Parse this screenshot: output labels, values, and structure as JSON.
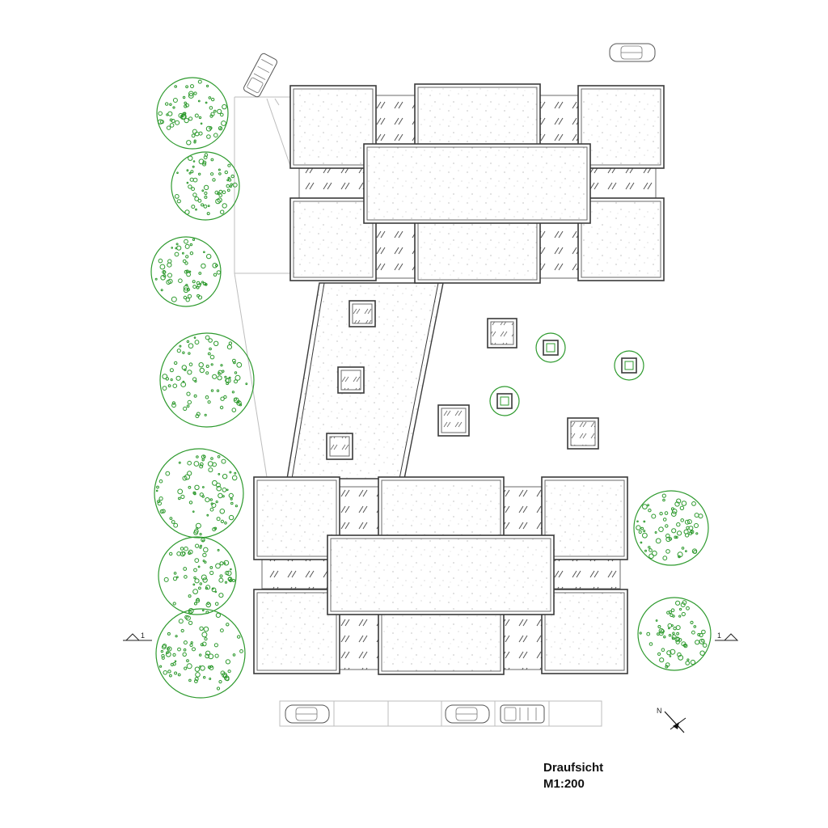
{
  "caption": {
    "title": "Draufsicht",
    "scale": "M1:200"
  },
  "section_markers": {
    "left_label": "1",
    "right_label": "1"
  },
  "north_arrow": {
    "label": "N"
  },
  "colors": {
    "tree_green": "#2e9a2e",
    "line_dark": "#3a3a3a",
    "line_light": "#bdbdbd"
  }
}
